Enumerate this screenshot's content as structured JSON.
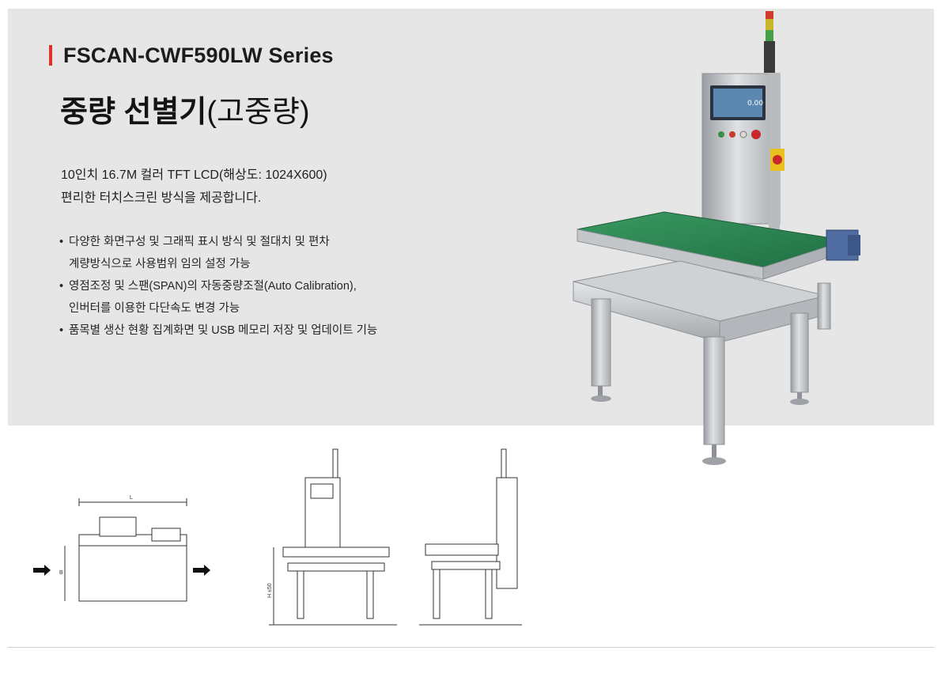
{
  "series": "FSCAN-CWF590LW Series",
  "title": {
    "main": "중량 선별기",
    "sub": "(고중량)"
  },
  "description": [
    "10인치 16.7M 컬러 TFT LCD(해상도: 1024X600)",
    "편리한 터치스크린 방식을 제공합니다."
  ],
  "features": [
    {
      "line1": "다양한 화면구성 및 그래픽 표시 방식 및 절대치 및 편차",
      "line2": "계량방식으로 사용범위 임의 설정 가능"
    },
    {
      "line1": "영점조정 및 스팬(SPAN)의 자동중량조절(Auto Calibration),",
      "line2": "인버터를 이용한 다단속도 변경 가능"
    },
    {
      "line1": "품목별 생산 현황 집계화면 및 USB 메모리 저장 및 업데이트 기능",
      "line2": ""
    }
  ],
  "drawing_labels": {
    "length": "L",
    "width": "B",
    "height": "H ±50"
  },
  "screen_readout": "0.00",
  "colors": {
    "accent": "#e0312f",
    "panel": "#e6e6e7",
    "belt": "#2f8a55",
    "steel": "#c9ccce"
  }
}
